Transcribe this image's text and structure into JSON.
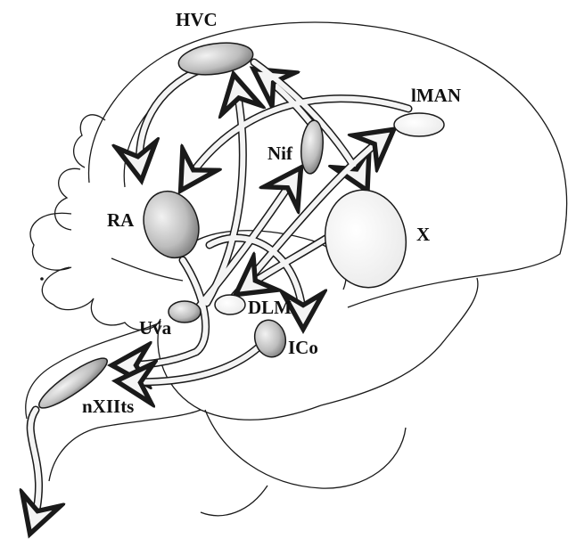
{
  "labels": {
    "hvc": "HVC",
    "lman": "lMAN",
    "nif": "Nif",
    "ra": "RA",
    "x": "X",
    "dlm": "DLM",
    "uva": "Uva",
    "ico": "ICo",
    "nxiits": "nXIIts"
  },
  "colors": {
    "ink": "#1a1a1a",
    "nucleus_fill": "#d8d8d8",
    "arrow_fill": "#f4f4f4",
    "background": "#ffffff"
  }
}
